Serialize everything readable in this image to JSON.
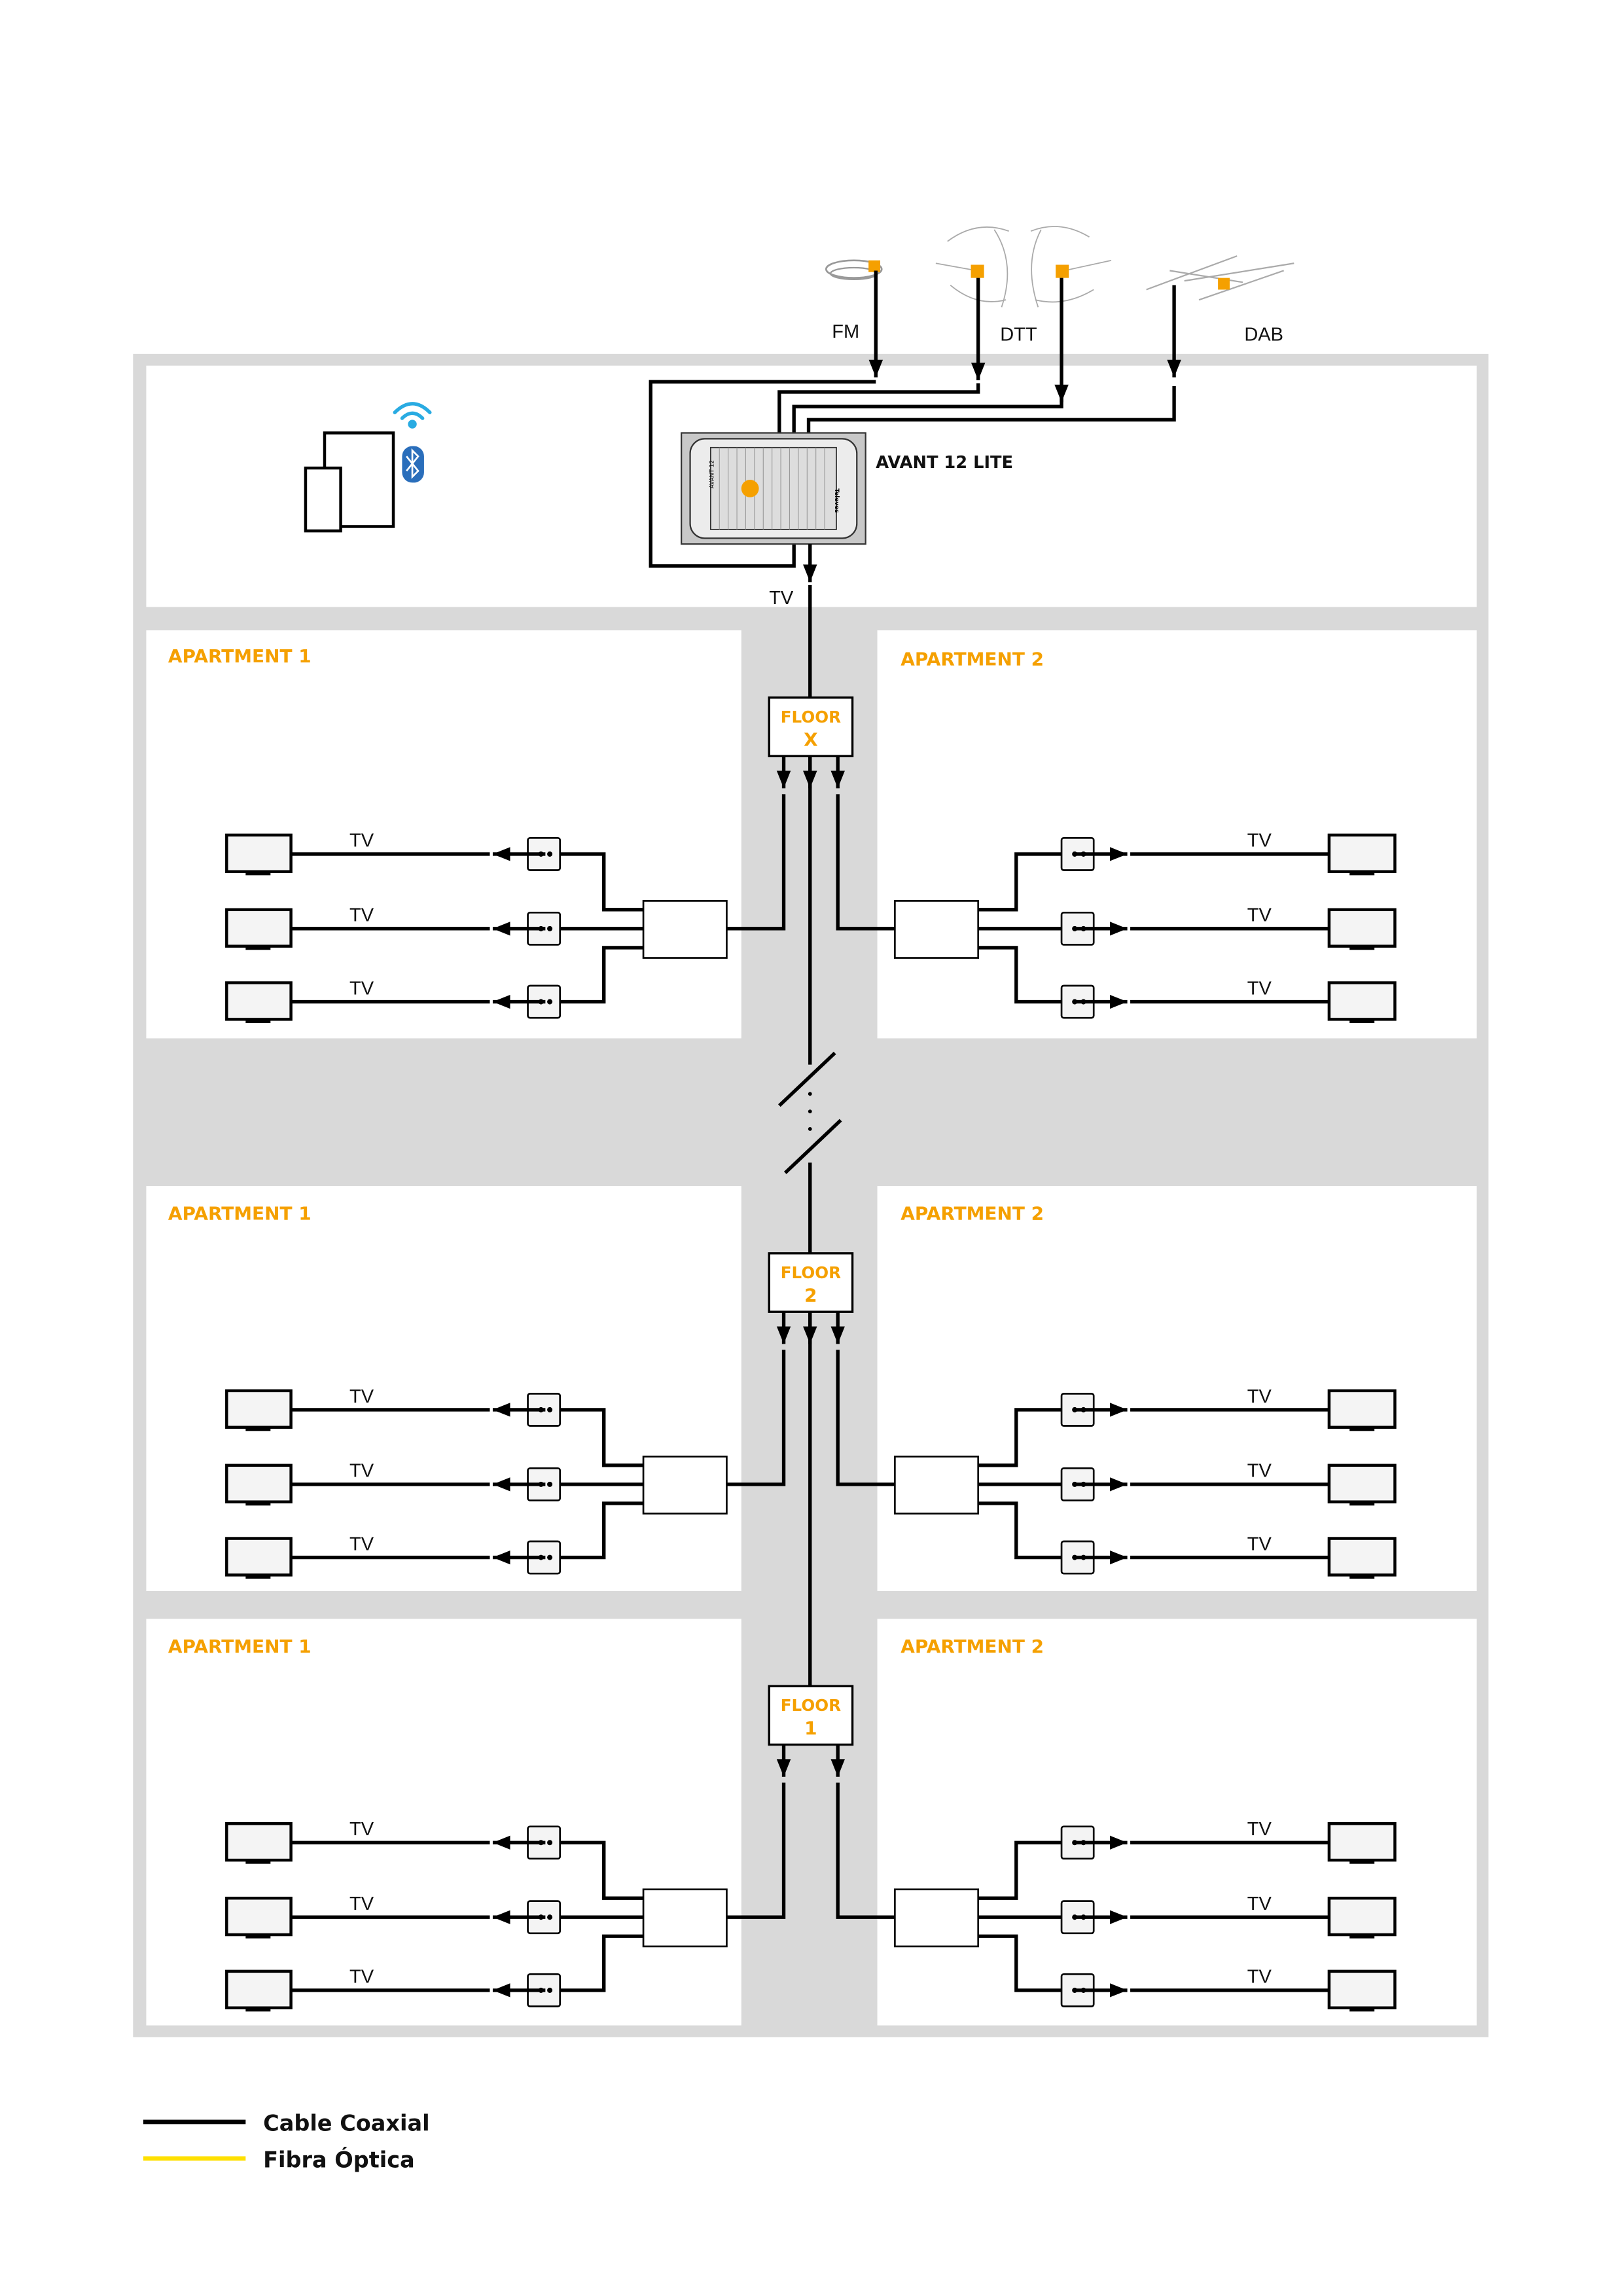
{
  "colors": {
    "building": "#d9d9d9",
    "accent": "#f5a000",
    "coax": "#000000",
    "fiber": "#ffe000",
    "wifi": "#29abe2",
    "bluetooth": "#2a6ebb"
  },
  "antennas": {
    "fm": "FM",
    "dtt": "DTT",
    "dab": "DAB"
  },
  "amplifier": {
    "name": "AVANT 12 LITE",
    "side_label": "AVANT 12",
    "brand": "Televes",
    "output": "TV"
  },
  "control_icons": [
    "tablet-icon",
    "phone-icon",
    "wifi-icon",
    "bluetooth-icon"
  ],
  "floors": [
    {
      "label": "FLOOR",
      "number": "X",
      "apartments": [
        "APARTMENT 1",
        "APARTMENT 2"
      ],
      "tv_labels": [
        "TV",
        "TV",
        "TV"
      ]
    },
    {
      "label": "FLOOR",
      "number": "2",
      "apartments": [
        "APARTMENT 1",
        "APARTMENT 2"
      ],
      "tv_labels": [
        "TV",
        "TV",
        "TV"
      ]
    },
    {
      "label": "FLOOR",
      "number": "1",
      "apartments": [
        "APARTMENT 1",
        "APARTMENT 2"
      ],
      "tv_labels": [
        "TV",
        "TV",
        "TV"
      ]
    }
  ],
  "legend": [
    {
      "label": "Cable Coaxial",
      "color": "#000000"
    },
    {
      "label": "Fibra Óptica",
      "color": "#ffe000"
    }
  ]
}
